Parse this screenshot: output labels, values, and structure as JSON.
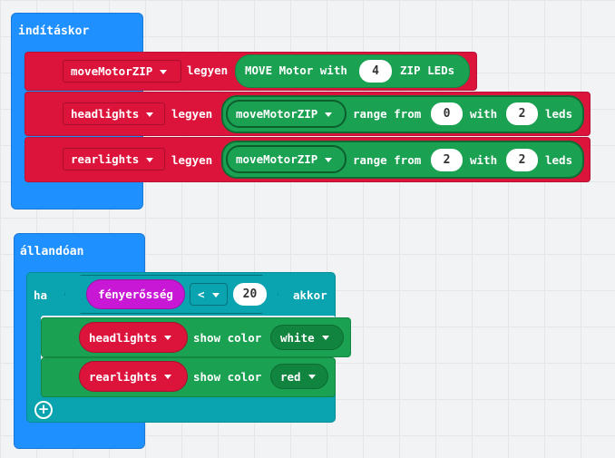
{
  "on_start": {
    "title": "indításkor",
    "rows": [
      {
        "variable": "moveMotorZIP",
        "set_word": "legyen",
        "value_block": {
          "prefix": "MOVE Motor with",
          "count": "4",
          "suffix": "ZIP LEDs"
        }
      },
      {
        "variable": "headlights",
        "set_word": "legyen",
        "value_block": {
          "source": "moveMotorZIP",
          "range_from": "range from",
          "from": "0",
          "with": "with",
          "count": "2",
          "leds": "leds"
        }
      },
      {
        "variable": "rearlights",
        "set_word": "legyen",
        "value_block": {
          "source": "moveMotorZIP",
          "range_from": "range from",
          "from": "2",
          "with": "with",
          "count": "2",
          "leds": "leds"
        }
      }
    ]
  },
  "forever": {
    "title": "állandóan",
    "if_block": {
      "if_word": "ha",
      "sensor": "fényerősség",
      "operator": "<",
      "threshold": "20",
      "then_word": "akkor",
      "actions": [
        {
          "strip": "headlights",
          "action": "show color",
          "color": "white"
        },
        {
          "strip": "rearlights",
          "action": "show color",
          "color": "red"
        }
      ],
      "add_icon": "plus-icon"
    }
  },
  "colors": {
    "events": "#1e90ff",
    "variables": "#dc143c",
    "neopixel": "#1aa152",
    "logic": "#0aa3b0",
    "input": "#c918d5"
  }
}
